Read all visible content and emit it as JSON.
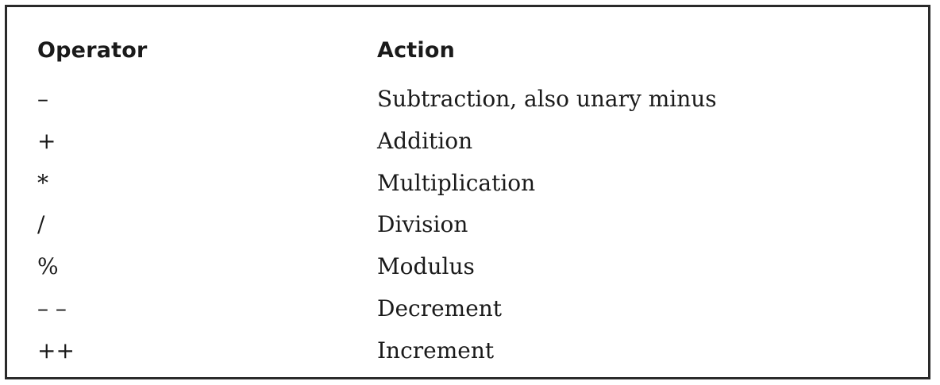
{
  "table": {
    "headers": {
      "operator": "Operator",
      "action": "Action"
    },
    "rows": [
      {
        "operator": "–",
        "action": "Subtraction, also unary minus"
      },
      {
        "operator": "+",
        "action": "Addition"
      },
      {
        "operator": "*",
        "action": "Multiplication"
      },
      {
        "operator": "/",
        "action": "Division"
      },
      {
        "operator": "%",
        "action": "Modulus"
      },
      {
        "operator": "– –",
        "action": "Decrement"
      },
      {
        "operator": "++",
        "action": "Increment"
      }
    ]
  }
}
